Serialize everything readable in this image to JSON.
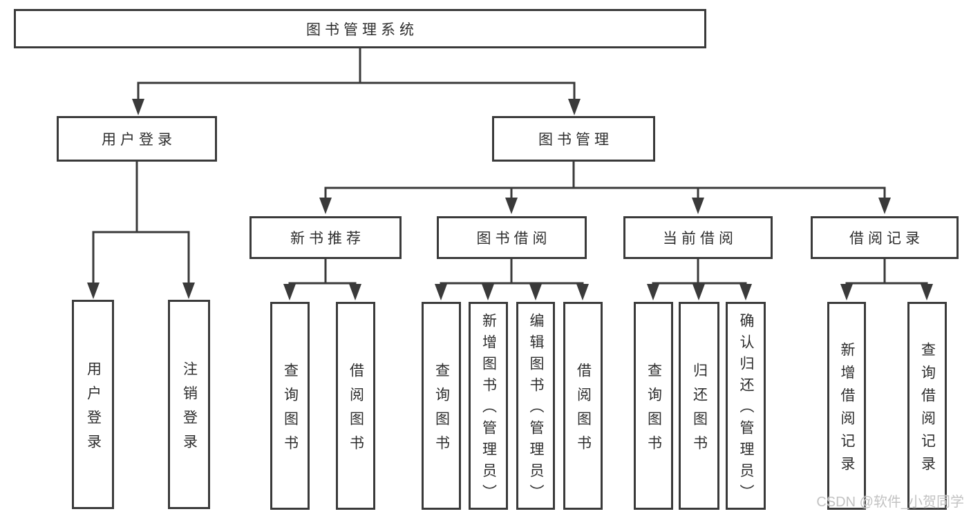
{
  "diagram": {
    "title": "图书管理系统",
    "branches": [
      {
        "label": "用户登录",
        "children": [
          {
            "label": "用户登录"
          },
          {
            "label": "注销登录"
          }
        ]
      },
      {
        "label": "图书管理",
        "children": [
          {
            "label": "新书推荐",
            "children": [
              {
                "label": "查询图书"
              },
              {
                "label": "借阅图书"
              }
            ]
          },
          {
            "label": "图书借阅",
            "children": [
              {
                "label": "查询图书"
              },
              {
                "label": "新增图书（管理员）"
              },
              {
                "label": "编辑图书（管理员）"
              },
              {
                "label": "借阅图书"
              }
            ]
          },
          {
            "label": "当前借阅",
            "children": [
              {
                "label": "查询图书"
              },
              {
                "label": "归还图书"
              },
              {
                "label": "确认归还（管理员）"
              }
            ]
          },
          {
            "label": "借阅记录",
            "children": [
              {
                "label": "新增借阅记录"
              },
              {
                "label": "查询借阅记录"
              }
            ]
          }
        ]
      }
    ]
  },
  "watermark": "CSDN @软件_小贺同学",
  "colors": {
    "line": "#3a3a3a",
    "box_border": "#3a3a3a",
    "text": "#2d2d2d",
    "watermark": "#c2c2c2",
    "background": "#ffffff"
  }
}
